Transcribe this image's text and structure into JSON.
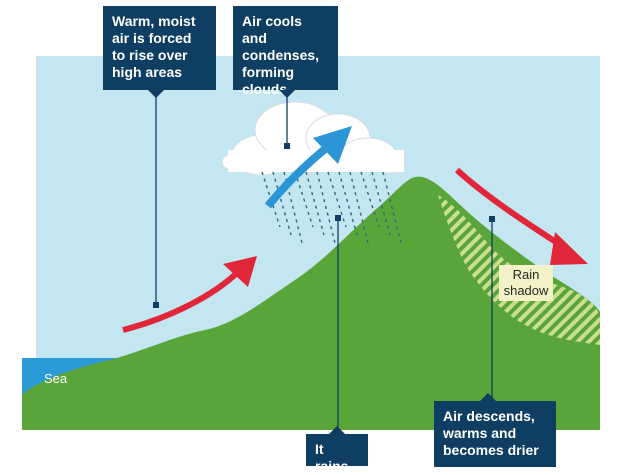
{
  "colors": {
    "sky": "#c3e6f1",
    "sea": "#2a9bd7",
    "land": "#5aa53a",
    "rain_shadow_hatch": "#c9df8d",
    "warm_air_arrow": "#e2263a",
    "cool_air_arrow": "#2c95d6",
    "callout_box": "#0f3e63",
    "cloud": "#ffffff",
    "rain": "#2d6b7a"
  },
  "callouts": {
    "warm_air": "Warm, moist\nair is forced\nto rise over\nhigh areas",
    "air_cools": "Air cools and\ncondenses,\nforming\nclouds",
    "it_rains": "It rains",
    "air_descends": "Air descends,\nwarms and\nbecomes drier"
  },
  "labels": {
    "sea": "Sea",
    "rain_shadow": "Rain\nshadow"
  }
}
